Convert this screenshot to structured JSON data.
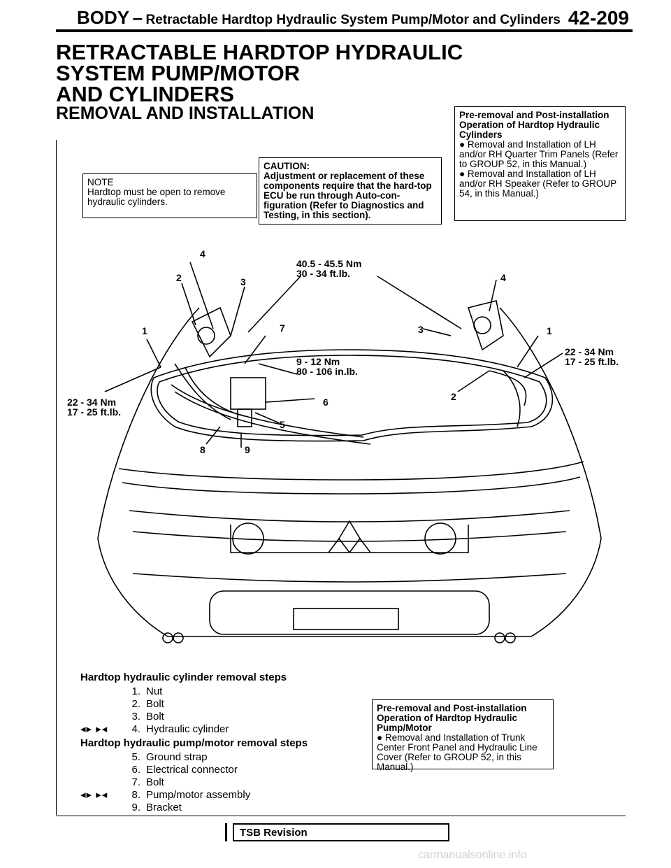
{
  "header": {
    "section": "BODY",
    "dash": "–",
    "subtitle": "Retractable Hardtop Hydraulic System Pump/Motor and Cylinders",
    "page": "42-209"
  },
  "title_lines": [
    "RETRACTABLE HARDTOP HYDRAULIC",
    "SYSTEM PUMP/MOTOR",
    "AND CYLINDERS"
  ],
  "subtitle": "REMOVAL AND INSTALLATION",
  "note": {
    "heading": "NOTE",
    "text": "Hardtop must be open to remove hydraulic cylinders."
  },
  "caution": {
    "heading": "CAUTION:",
    "text": "Adjustment or replacement of these components require that the hard-top ECU be run through Auto-con-figuration (Refer to Diagnostics and Testing, in this section)."
  },
  "pre_cylinders": {
    "heading": "Pre-removal and Post-installation Operation of Hardtop Hydraulic Cylinders",
    "items": [
      "Removal and Installation of LH and/or RH Quarter Trim Panels (Refer to GROUP 52, in this Manual.)",
      "Removal and Installation of LH and/or RH Speaker (Refer to GROUP 54, in this Manual.)"
    ]
  },
  "pre_pump": {
    "heading": "Pre-removal and Post-installation Operation of Hardtop Hydraulic Pump/Motor",
    "items": [
      "Removal and Installation of Trunk Center Front Panel and Hydraulic Line Cover (Refer to GROUP 52, in this Manual.)"
    ]
  },
  "diagram_labels": {
    "torque_top_nm": "40.5 - 45.5 Nm",
    "torque_top_ft": "30 - 34 ft.lb.",
    "torque_mid_nm": "9 - 12 Nm",
    "torque_mid_in": "80 - 106 in.lb.",
    "torque_left_nm": "22 - 34 Nm",
    "torque_left_ft": "17 - 25 ft.lb.",
    "torque_right_nm": "22 - 34 Nm",
    "torque_right_ft": "17 - 25 ft.lb.",
    "callouts": [
      "4",
      "2",
      "3",
      "1",
      "7",
      "3",
      "4",
      "1",
      "2",
      "6",
      "5",
      "8",
      "9"
    ]
  },
  "cylinder_steps": {
    "heading": "Hardtop hydraulic cylinder removal steps",
    "items": [
      {
        "mark": "",
        "num": "1.",
        "text": "Nut"
      },
      {
        "mark": "",
        "num": "2.",
        "text": "Bolt"
      },
      {
        "mark": "",
        "num": "3.",
        "text": "Bolt"
      },
      {
        "mark": "◂▸ ▸◂",
        "num": "4.",
        "text": "Hydraulic cylinder"
      }
    ]
  },
  "pump_steps": {
    "heading": "Hardtop hydraulic pump/motor removal steps",
    "items": [
      {
        "mark": "",
        "num": "5.",
        "text": "Ground strap"
      },
      {
        "mark": "",
        "num": "6.",
        "text": "Electrical connector"
      },
      {
        "mark": "",
        "num": "7.",
        "text": "Bolt"
      },
      {
        "mark": "◂▸ ▸◂",
        "num": "8.",
        "text": "Pump/motor assembly"
      },
      {
        "mark": "",
        "num": "9.",
        "text": "Bracket"
      }
    ]
  },
  "footer": {
    "tsb": "TSB Revision"
  },
  "watermark": "carmanualsonline.info"
}
